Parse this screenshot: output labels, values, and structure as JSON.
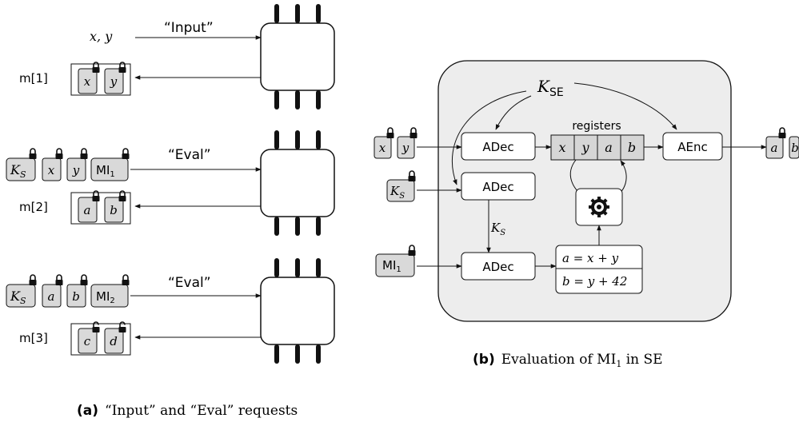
{
  "left_panel": {
    "rows": [
      {
        "input_label": "x, y",
        "request_label": "“Input”",
        "output_label": "m[1]",
        "output_boxes": [
          "x",
          "y"
        ]
      },
      {
        "input_boxes": [
          "K",
          "x",
          "y",
          "MI"
        ],
        "input_subscripts": [
          "S",
          "",
          "",
          "1"
        ],
        "request_label": "“Eval”",
        "output_label": "m[2]",
        "output_boxes": [
          "a",
          "b"
        ]
      },
      {
        "input_boxes": [
          "K",
          "a",
          "b",
          "MI"
        ],
        "input_subscripts": [
          "S",
          "",
          "",
          "2"
        ],
        "request_label": "“Eval”",
        "output_label": "m[3]",
        "output_boxes": [
          "c",
          "d"
        ]
      }
    ],
    "caption_tag": "(a)",
    "caption_text": "“Input” and “Eval” requests"
  },
  "right_panel": {
    "key_label": "K",
    "key_subscript": "SE",
    "inputs": {
      "row1": [
        "x",
        "y"
      ],
      "row2_key": "K",
      "row2_sub": "S",
      "row3_mi": "MI",
      "row3_sub": "1"
    },
    "adec_label": "ADec",
    "aenc_label": "AEnc",
    "registers_title": "registers",
    "registers": [
      "x",
      "y",
      "a",
      "b"
    ],
    "ks_label": "K",
    "ks_sub": "S",
    "program_line1": "a = x + y",
    "program_line2": "b = y + 42",
    "gear_icon": "gear-icon",
    "outputs": [
      "a",
      "b"
    ],
    "caption_tag": "(b)",
    "caption_text": "Evaluation of MI",
    "caption_sub": "1",
    "caption_suffix": " in SE"
  },
  "colors": {
    "locked_box": "#d9d9d9",
    "enclave_bg": "#ededed",
    "register_bg": "#d6d6d6",
    "stroke": "#111111"
  }
}
